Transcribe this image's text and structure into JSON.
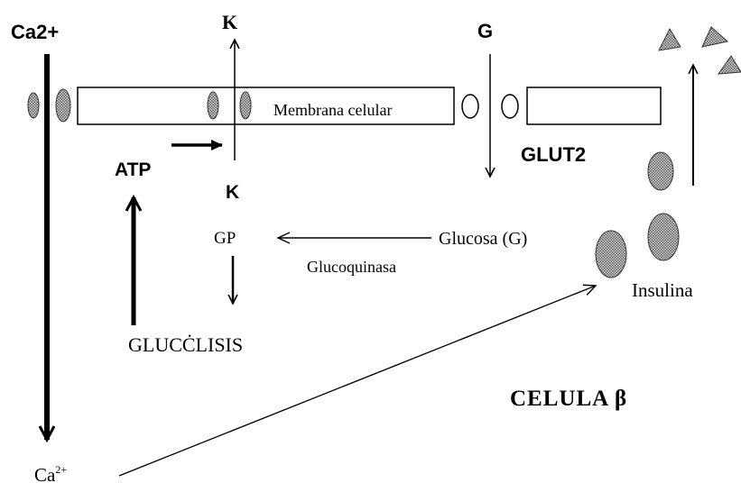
{
  "labels": {
    "calcium_top": "Ca2+",
    "potassium_top": "K",
    "glucose_top": "G",
    "membrane": "Membrana celular",
    "atp": "ATP",
    "potassium_inner": "K",
    "glut2": "GLUT2",
    "gp": "GP",
    "glucose_inner": "Glucosa (G)",
    "glucokinase": "Glucoquinasa",
    "insulin": "Insulina",
    "glycolysis": "GLUCĊLISIS",
    "cell_title": "CELULA β",
    "calcium_bottom_base": "Ca",
    "calcium_bottom_sup": "2+"
  },
  "colors": {
    "line": "#000000",
    "granule_fill": "#9a9a9a",
    "background": "#ffffff"
  }
}
